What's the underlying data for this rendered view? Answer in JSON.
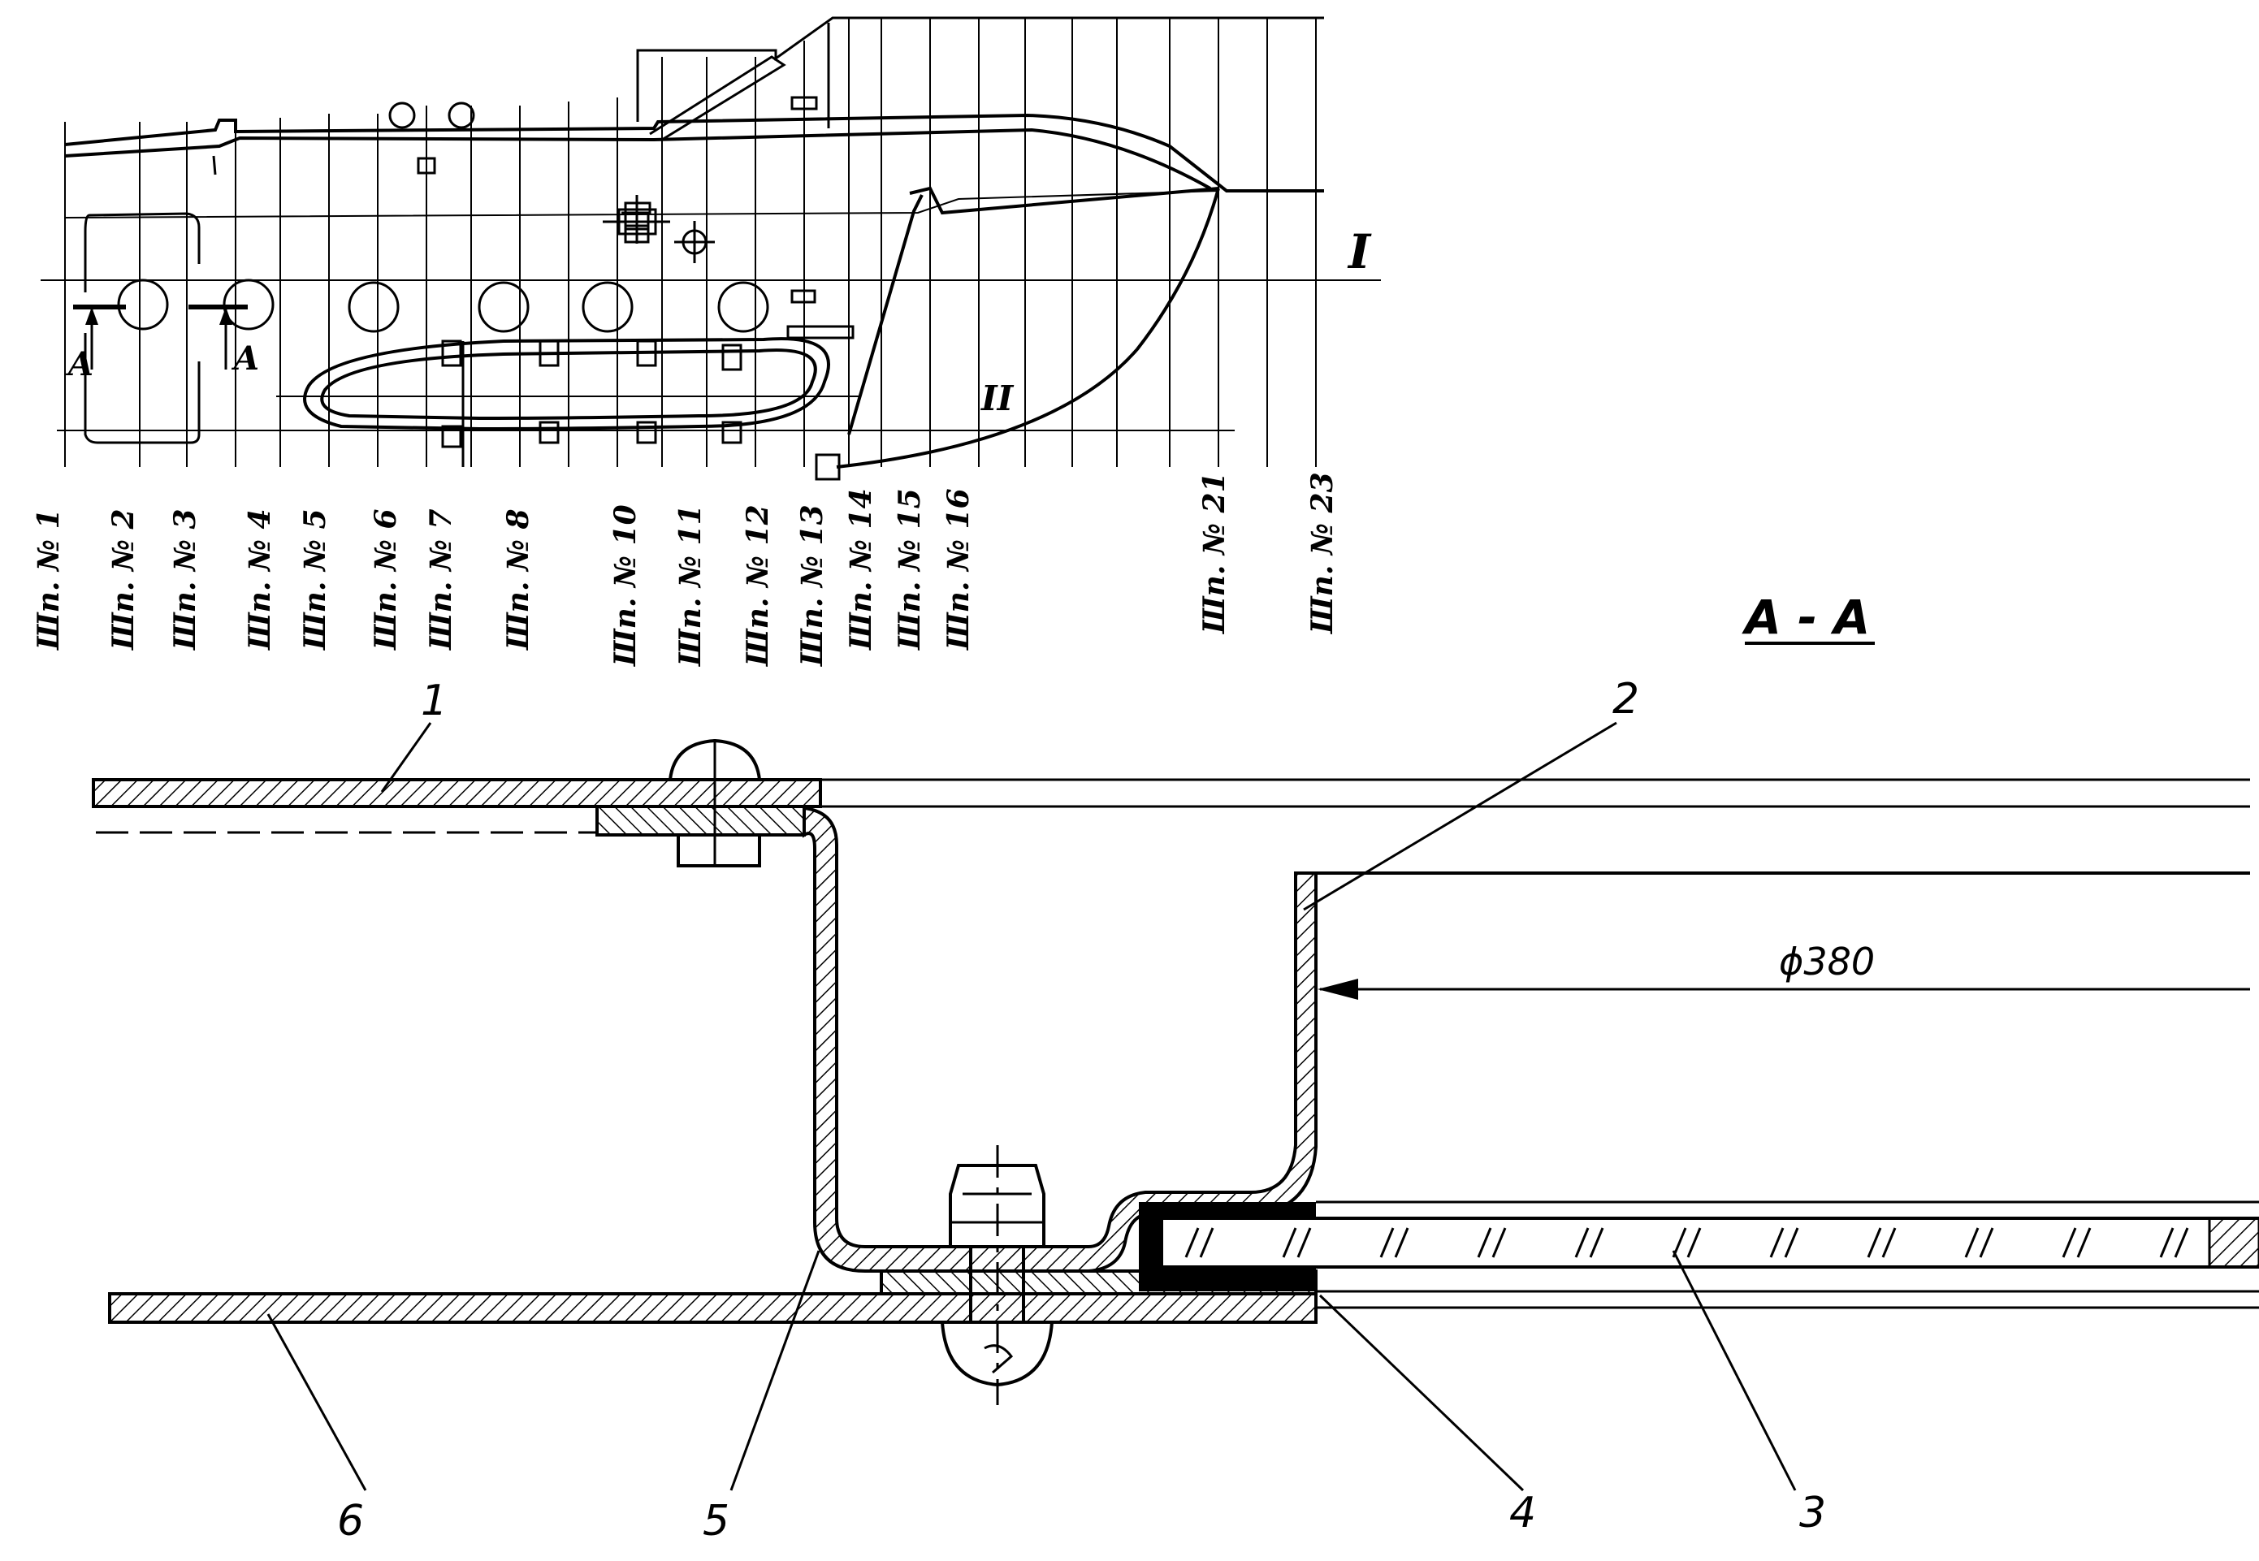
{
  "frame_labels": [
    "Шп. № 1",
    "Шп. № 2",
    "Шп. № 3",
    "Шп. № 4",
    "Шп. № 5",
    "Шп. № 6",
    "Шп. № 7",
    "Шп. № 8",
    "Шп. № 10",
    "Шп. № 11",
    "Шп. № 12",
    "Шп. № 13",
    "Шп. № 14",
    "Шп. № 15",
    "Шп. № 16",
    "Шп. № 21",
    "Шп. № 23"
  ],
  "top_view": {
    "section_mark": "A",
    "level_I": "I",
    "level_II": "II"
  },
  "section": {
    "title": "A - A",
    "diameter": "ϕ380"
  },
  "callouts": [
    "1",
    "2",
    "3",
    "4",
    "5",
    "6"
  ]
}
